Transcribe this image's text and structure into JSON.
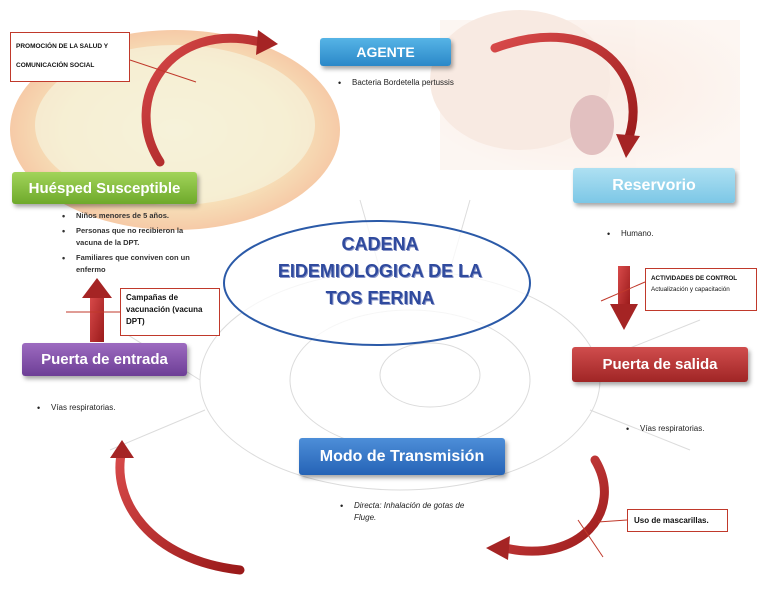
{
  "colors": {
    "agente": "#3d9ed9",
    "huesped": "#86bf3e",
    "reservorio": "#95d3ec",
    "puerta_entrada": "#7e4fa8",
    "puerta_salida": "#b83535",
    "modo_transmision": "#3676c8",
    "arrows": "#b82222",
    "title": "#2f4a9e"
  },
  "title": {
    "line1": "CADENA",
    "line2": "EIDEMIOLOGICA DE LA",
    "line3": "TOS FERINA"
  },
  "nodes": {
    "agente": {
      "label": "AGENTE",
      "bullets": [
        "Bacteria Bordetella pertussis"
      ]
    },
    "huesped": {
      "label": "Huésped Susceptible",
      "bullets": [
        "Niños menores de 5 años.",
        "Personas que no recibieron la vacuna de la DPT.",
        "Familiares que conviven con un enfermo"
      ]
    },
    "reservorio": {
      "label": "Reservorio",
      "bullets": [
        "Humano."
      ]
    },
    "puerta_entrada": {
      "label": "Puerta de entrada",
      "bullets": [
        "Vías respiratorias."
      ]
    },
    "puerta_salida": {
      "label": "Puerta de salida",
      "bullets": [
        "Vías respiratorias."
      ]
    },
    "modo_transmision": {
      "label": "Modo de Transmisión",
      "bullets": [
        "Directa: Inhalación de gotas de Fluge."
      ]
    }
  },
  "notes": {
    "promocion": {
      "line1": "PROMOCIÓN DE LA SALUD Y",
      "line2": "COMUNICACIÓN SOCIAL"
    },
    "campanas": "Campañas de vacunación (vacuna DPT)",
    "actividades": {
      "line1": "ACTIVIDADES DE CONTROL",
      "line2": "Actualización y capacitación"
    },
    "mascarillas": "Uso de mascarillas."
  }
}
